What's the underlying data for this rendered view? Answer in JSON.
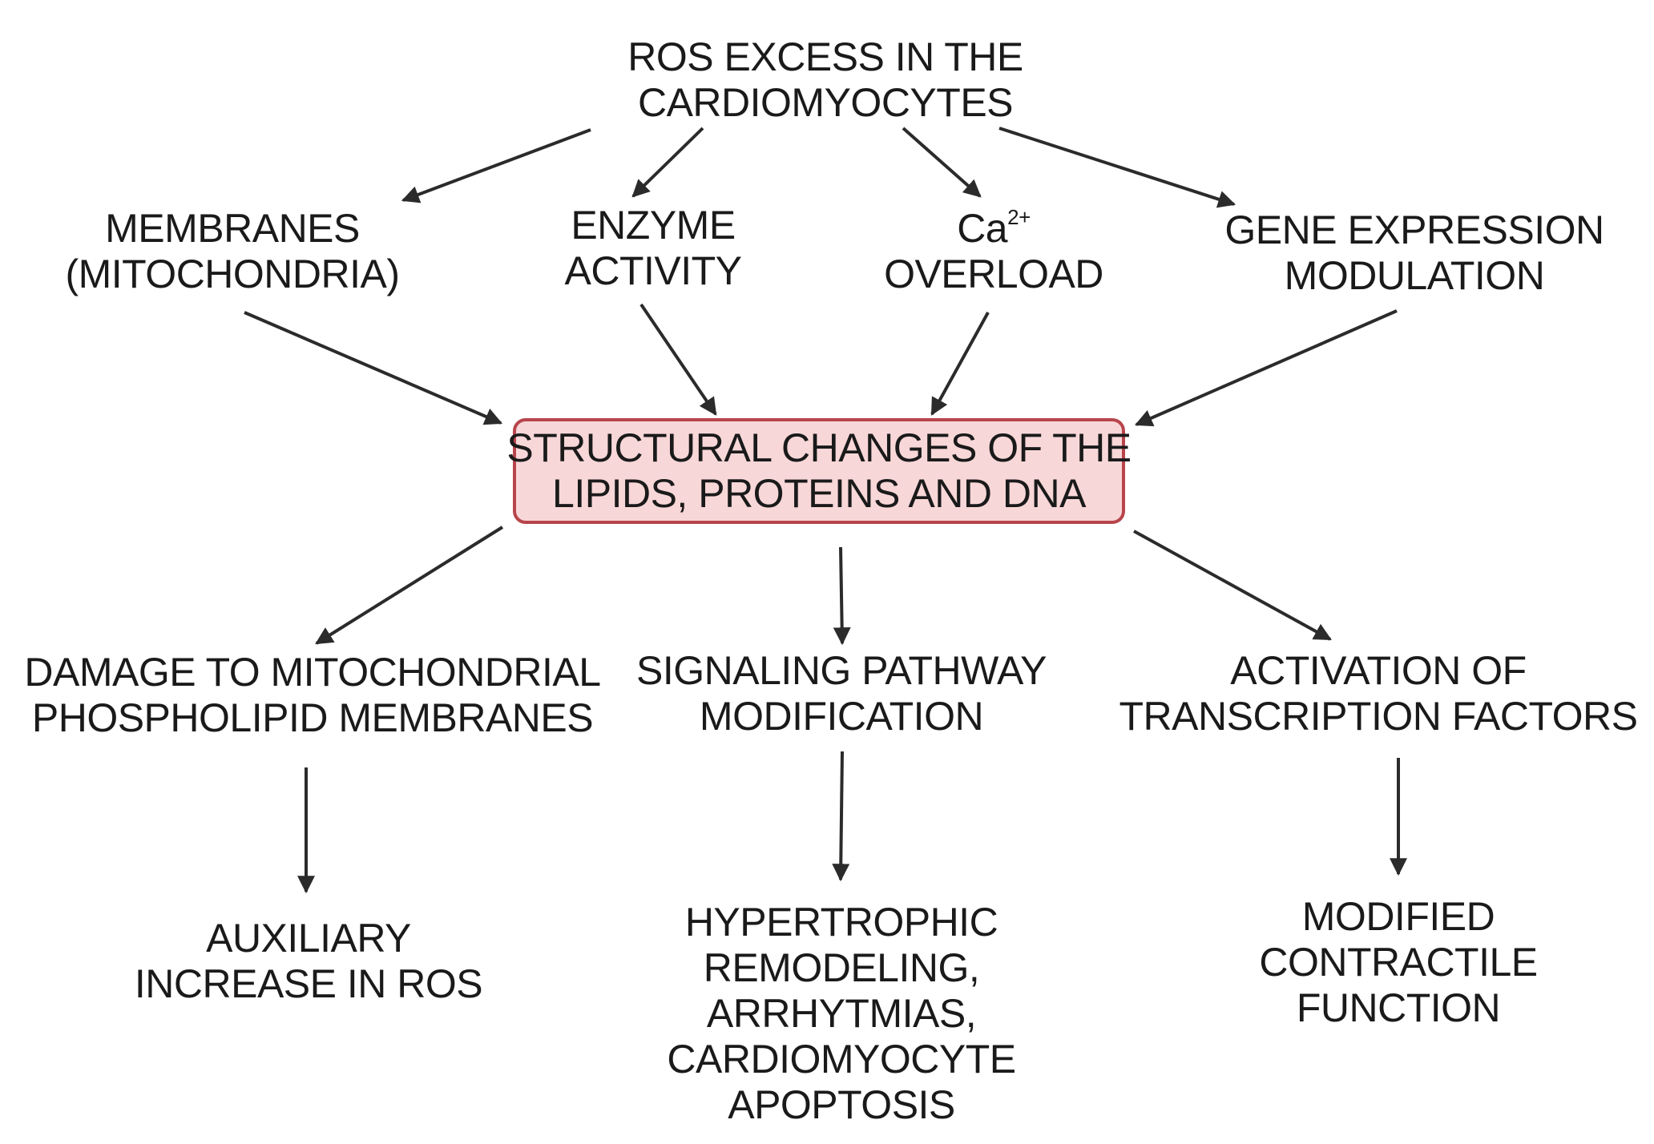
{
  "nodes": {
    "ros_excess": {
      "lines": [
        "ROS EXCESS IN THE",
        "CARDIOMYOCYTES"
      ]
    },
    "membranes": {
      "lines": [
        "MEMBRANES",
        "(MITOCHONDRIA)"
      ]
    },
    "enzyme": {
      "lines": [
        "ENZYME",
        "ACTIVITY"
      ]
    },
    "calcium": {
      "base": "Ca",
      "superscript": "2+",
      "line2": "OVERLOAD"
    },
    "gene_expression": {
      "lines": [
        "GENE EXPRESSION",
        "MODULATION"
      ]
    },
    "structural_changes": {
      "lines": [
        "STRUCTURAL CHANGES OF THE",
        "LIPIDS, PROTEINS AND DNA"
      ]
    },
    "damage": {
      "lines": [
        "DAMAGE TO MITOCHONDRIAL",
        "PHOSPHOLIPID MEMBRANES"
      ]
    },
    "signaling": {
      "lines": [
        "SIGNALING PATHWAY",
        "MODIFICATION"
      ]
    },
    "activation": {
      "lines": [
        "ACTIVATION OF",
        "TRANSCRIPTION FACTORS"
      ]
    },
    "auxiliary": {
      "lines": [
        "AUXILIARY",
        "INCREASE IN ROS"
      ]
    },
    "hypertrophic": {
      "lines": [
        "HYPERTROPHIC",
        "REMODELING,",
        "ARRHYTMIAS,",
        "CARDIOMYOCYTE",
        "APOPTOSIS"
      ]
    },
    "modified": {
      "lines": [
        "MODIFIED",
        "CONTRACTILE",
        "FUNCTION"
      ]
    }
  },
  "colors": {
    "central_fill": "#f8d7d8",
    "central_border": "#b8454c",
    "arrow": "#2b2b2b",
    "text": "#1a1a1a"
  },
  "edges": [
    {
      "from": "ros_excess",
      "to": "membranes"
    },
    {
      "from": "ros_excess",
      "to": "enzyme"
    },
    {
      "from": "ros_excess",
      "to": "calcium"
    },
    {
      "from": "ros_excess",
      "to": "gene_expression"
    },
    {
      "from": "membranes",
      "to": "structural_changes"
    },
    {
      "from": "enzyme",
      "to": "structural_changes"
    },
    {
      "from": "calcium",
      "to": "structural_changes"
    },
    {
      "from": "gene_expression",
      "to": "structural_changes"
    },
    {
      "from": "structural_changes",
      "to": "damage"
    },
    {
      "from": "structural_changes",
      "to": "signaling"
    },
    {
      "from": "structural_changes",
      "to": "activation"
    },
    {
      "from": "damage",
      "to": "auxiliary"
    },
    {
      "from": "signaling",
      "to": "hypertrophic"
    },
    {
      "from": "activation",
      "to": "modified"
    }
  ]
}
